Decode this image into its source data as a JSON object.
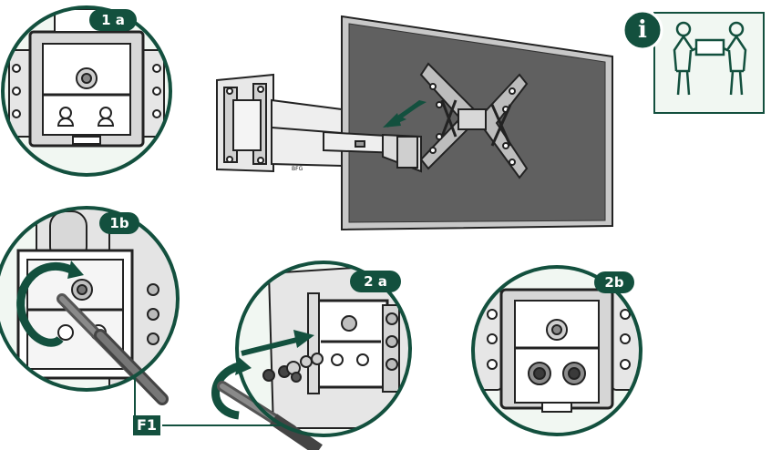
{
  "labels": {
    "step_1a": "1 a",
    "step_1b": "1b",
    "step_2a": "2 a",
    "step_2b": "2b",
    "tool": "F1"
  },
  "info_icon": {
    "icon": "info-icon",
    "glyph": "i"
  },
  "colors": {
    "accent": "#13503e",
    "lens_fill": "#f1f7f2",
    "tv_screen": "#606060",
    "tv_bezel": "#c8c8c8",
    "arrow": "#13503e"
  }
}
